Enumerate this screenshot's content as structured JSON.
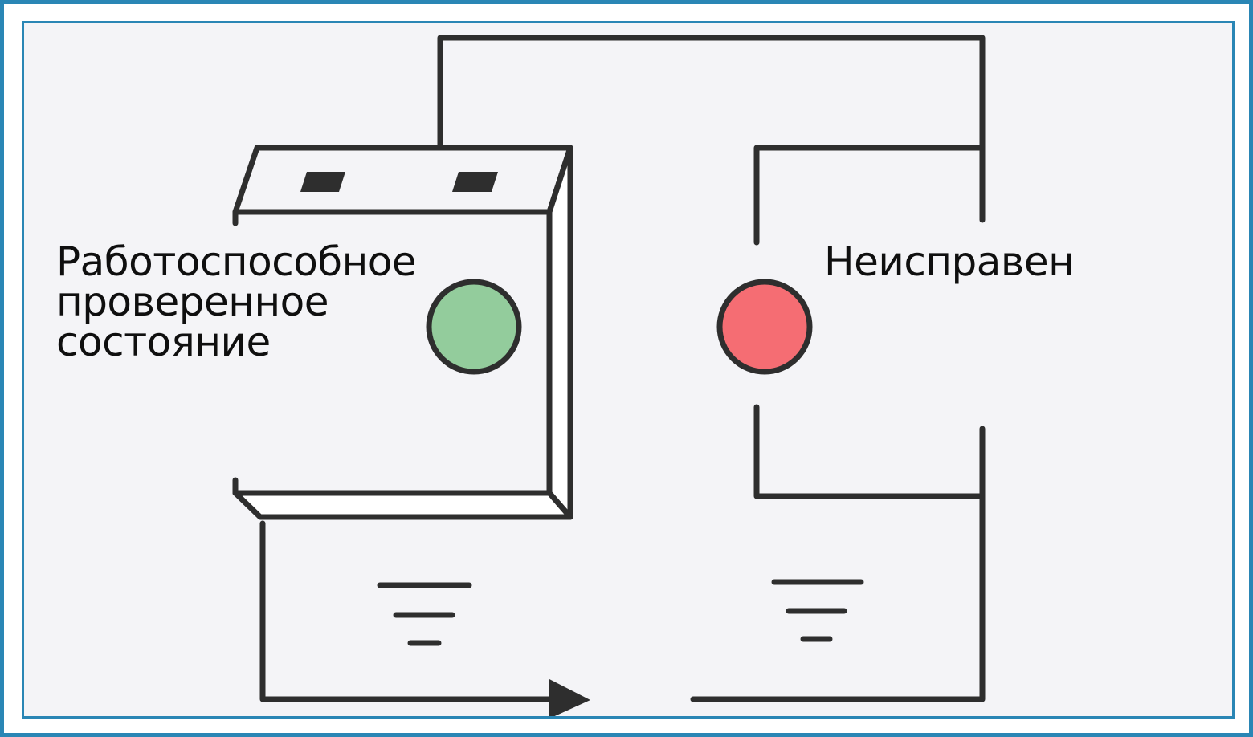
{
  "labels": {
    "left": [
      "Работоспособное",
      "проверенное",
      "состояние"
    ],
    "right": "Неисправен"
  },
  "indicators": {
    "ok_color": "#93cc9c",
    "fault_color": "#f56d73",
    "outline_color": "#2e2e2e"
  },
  "frame": {
    "accent_color": "#2a86b5",
    "background_color": "#f4f4f7"
  }
}
